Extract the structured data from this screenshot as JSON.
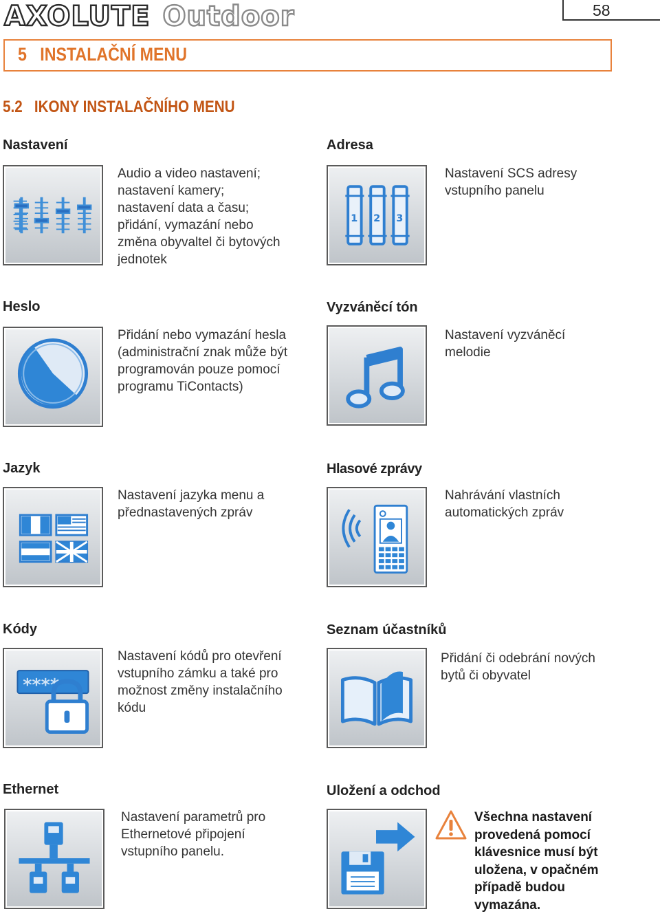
{
  "header": {
    "brand_main": "AXOLUTE",
    "brand_sub": "Outdoor",
    "page_number": "58"
  },
  "chapter": {
    "title": "5   INSTALAČNÍ MENU"
  },
  "section": {
    "title": "5.2   IKONY INSTALAČNÍHO MENU"
  },
  "items": [
    {
      "title": "Nastavení",
      "description": "Audio a video nastavení; nastavení kamery; nastavení data a času; přidání, vymazání nebo změna obyvaltel či bytových jednotek",
      "icon": "equalizer-sliders-icon"
    },
    {
      "title": "Adresa",
      "description": "Nastavení SCS adresy vstupního panelu",
      "icon": "address-configurator-icon"
    },
    {
      "title": "Heslo",
      "description": "Přidání nebo vymazání hesla (administrační znak může být programován pouze pomocí programu TiContacts)",
      "icon": "password-dial-icon"
    },
    {
      "title": "Vyzváněcí tón",
      "description": "Nastavení vyzváněcí melodie",
      "icon": "music-note-icon"
    },
    {
      "title": "Jazyk",
      "description": "Nastavení jazyka menu a přednastavených zpráv",
      "icon": "language-flags-icon"
    },
    {
      "title": "Hlasové zprávy",
      "description": "Nahrávání vlastních automatických zpráv",
      "icon": "voice-message-panel-icon"
    },
    {
      "title": "Kódy",
      "description": "Nastavení kódů pro otevření vstupního zámku a také pro možnost změny instalačního kódu",
      "icon": "code-padlock-icon"
    },
    {
      "title": "Seznam účastníků",
      "description": "Přidání či odebrání nových bytů či obyvatel",
      "icon": "open-book-icon"
    },
    {
      "title": "Ethernet",
      "description": "Nastavení parametrů pro Ethernetové připojení vstupního panelu.",
      "icon": "ethernet-network-icon"
    },
    {
      "title": "Uložení a odchod",
      "description": "",
      "icon": "save-exit-icon"
    }
  ],
  "warning": {
    "icon": "warning-triangle-icon",
    "text": "Všechna nastavení provedená pomocí klávesnice musí být uložena, v opačném případě budou vymazána."
  },
  "colors": {
    "accent": "#e8823c",
    "section": "#c25514",
    "icon_blue": "#2f86d6"
  }
}
